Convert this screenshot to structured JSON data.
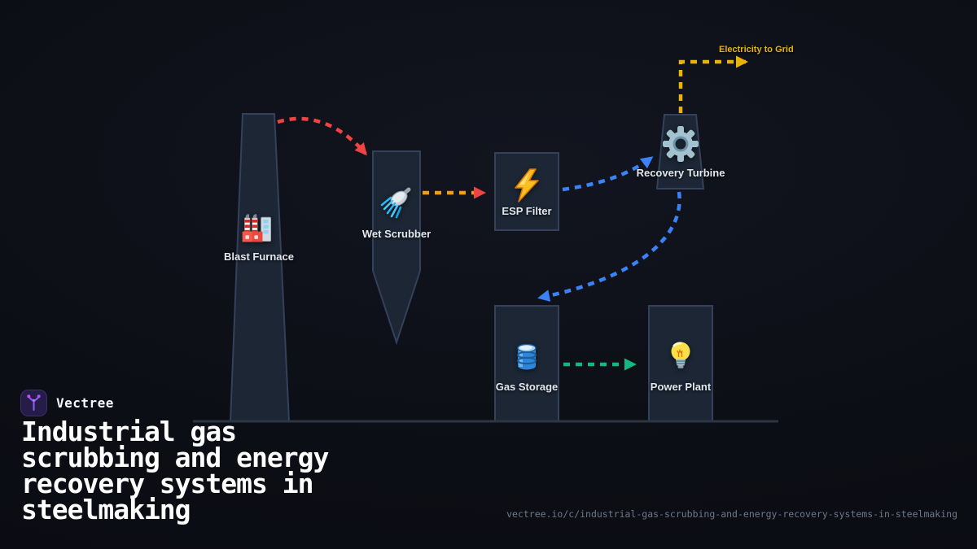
{
  "brand": {
    "name": "Vectree",
    "logo_icon": "branch-tree-icon"
  },
  "header": {
    "title": "Industrial gas scrubbing and energy recovery systems in steelmaking",
    "title_lines": [
      "Industrial gas",
      "scrubbing and energy",
      "recovery systems in",
      "steelmaking"
    ]
  },
  "footer": {
    "url": "vectree.io/c/industrial-gas-scrubbing-and-energy-recovery-systems-in-steelmaking"
  },
  "diagram": {
    "nodes": [
      {
        "id": "blast-furnace",
        "label": "Blast Furnace",
        "icon": "factory-icon"
      },
      {
        "id": "wet-scrubber",
        "label": "Wet Scrubber",
        "icon": "shower-icon"
      },
      {
        "id": "esp-filter",
        "label": "ESP Filter",
        "icon": "lightning-icon"
      },
      {
        "id": "recovery-turbine",
        "label": "Recovery Turbine",
        "icon": "gear-icon"
      },
      {
        "id": "gas-storage",
        "label": "Gas Storage",
        "icon": "oil-drum-icon"
      },
      {
        "id": "power-plant",
        "label": "Power Plant",
        "icon": "light-bulb-icon"
      }
    ],
    "flow_label": "Electricity to Grid",
    "colors": {
      "node_fill": "#1c2634",
      "node_stroke": "#33415a",
      "ground": "#2c3644",
      "red": "#ef4444",
      "amber": "#f59e0b",
      "yellow": "#eab308",
      "blue": "#3b82f6",
      "green": "#10b981",
      "label_text": "#e3e8ef",
      "title_text": "#ffffff",
      "url_text": "#6f7889"
    }
  }
}
